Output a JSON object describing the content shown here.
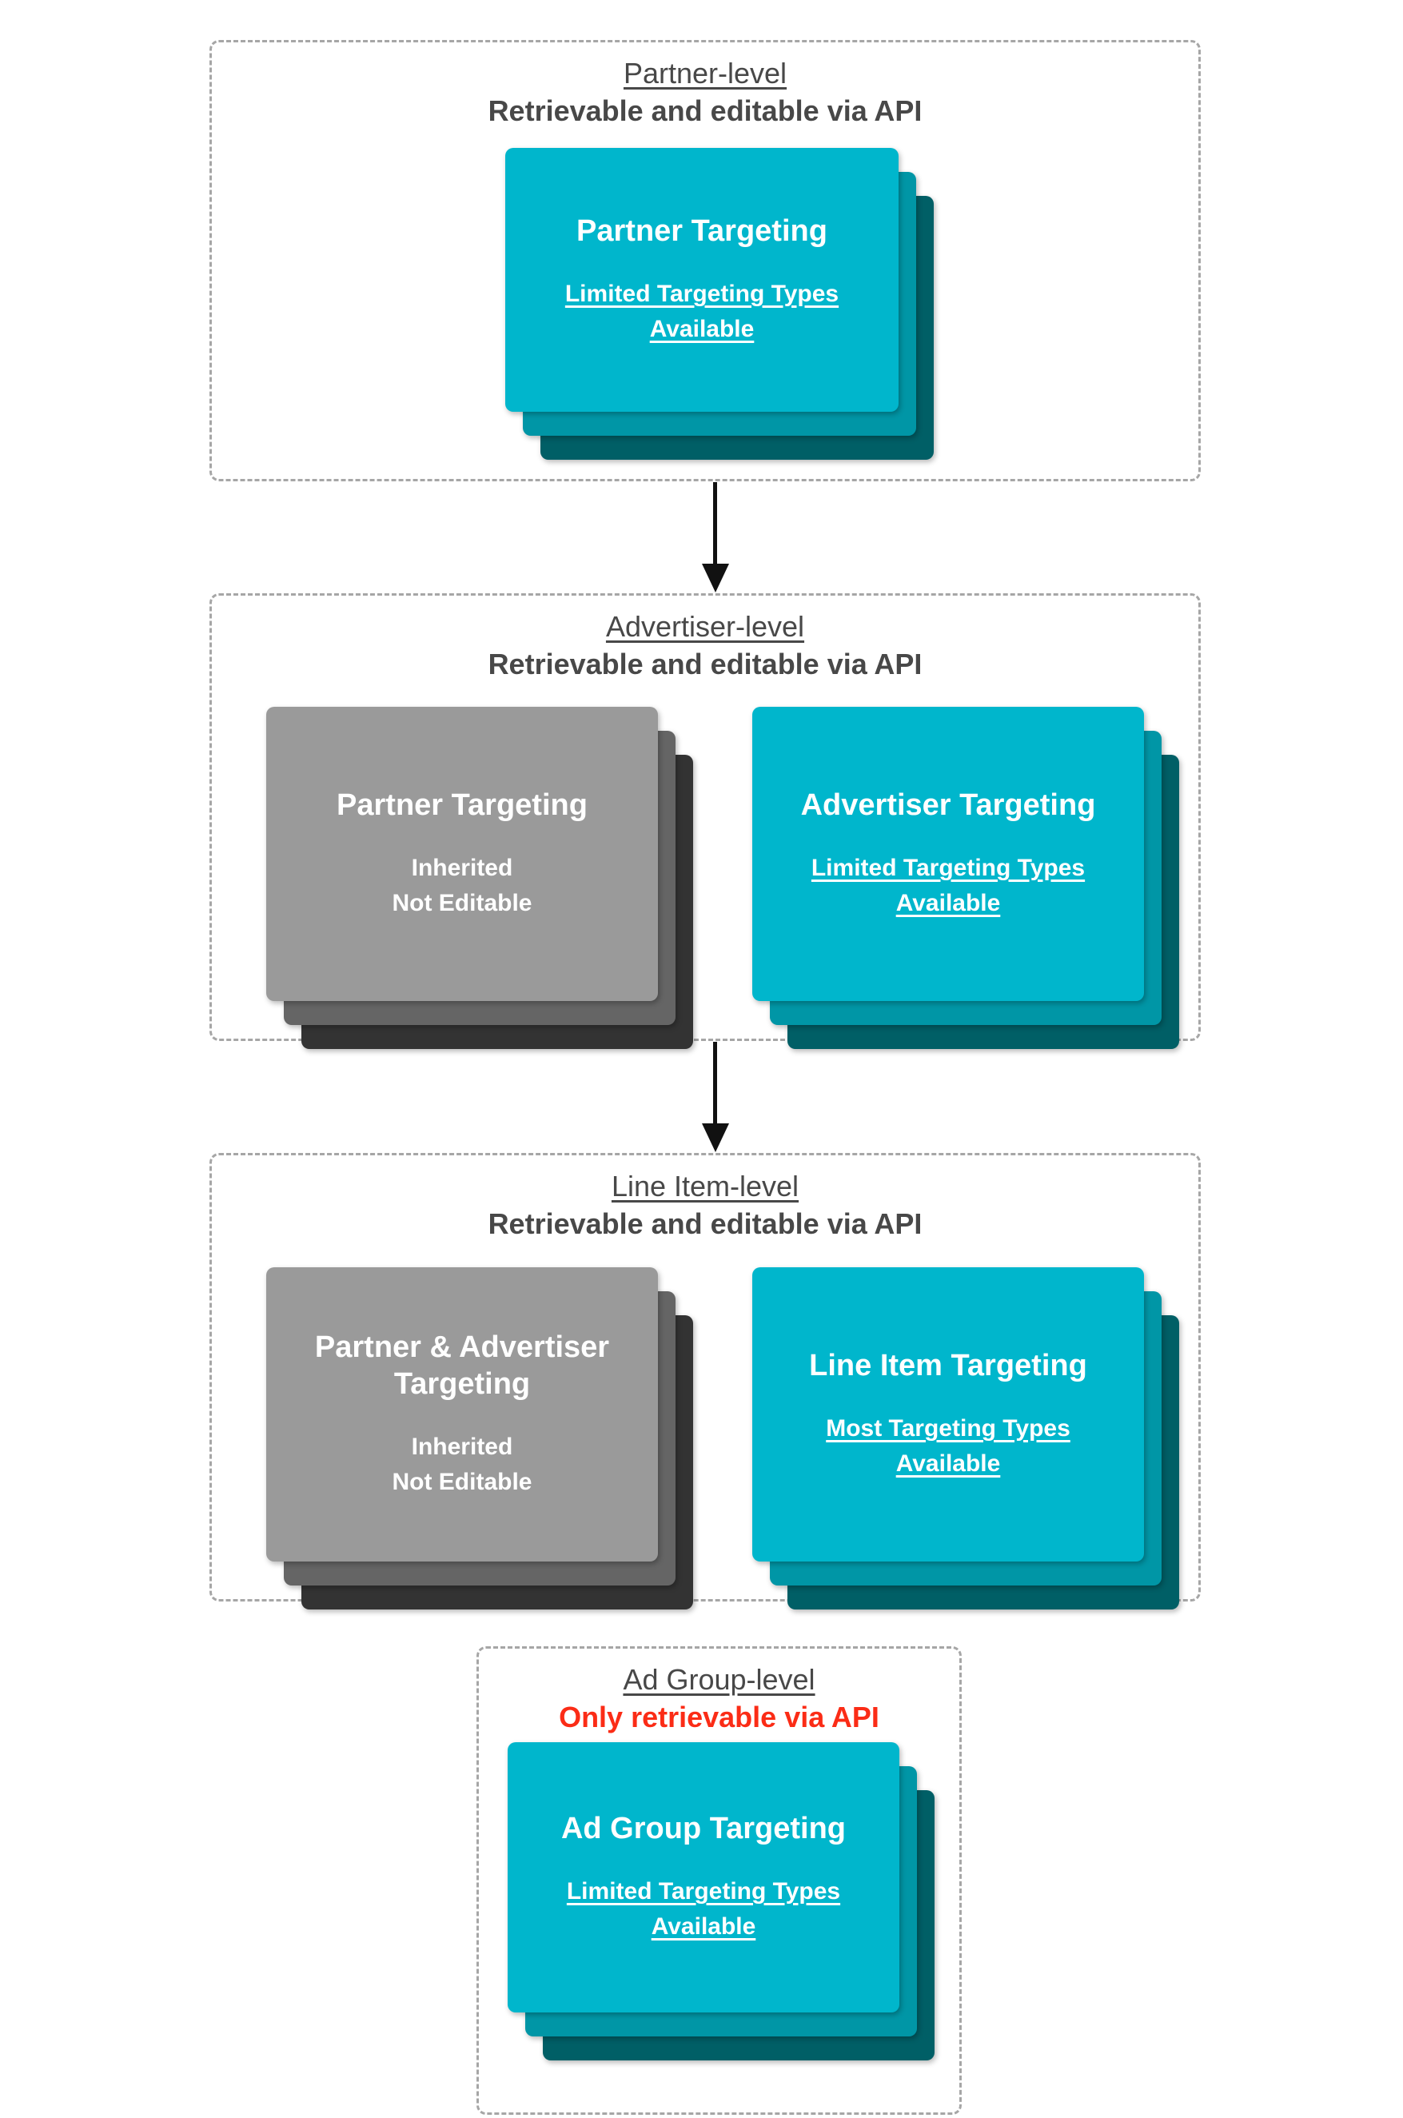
{
  "colors": {
    "teal_front": "#00b6cc",
    "teal_mid": "#0096a6",
    "teal_back": "#005f66",
    "gray_front": "#9a9a9a",
    "gray_mid": "#656565",
    "gray_back": "#333333",
    "heading": "#484848",
    "red": "#fb2c16",
    "border": "#a6a6a6",
    "arrow": "#111111"
  },
  "sections": [
    {
      "title": "Partner-level",
      "subtitle": "Retrievable and editable via API",
      "cards": [
        {
          "variant": "teal",
          "title": "Partner Targeting",
          "subtitle": "Limited Targeting Types Available"
        }
      ]
    },
    {
      "title": "Advertiser-level",
      "subtitle": "Retrievable and editable via API",
      "cards": [
        {
          "variant": "gray",
          "title": "Partner Targeting",
          "subtitle_lines": [
            "Inherited",
            "Not Editable"
          ]
        },
        {
          "variant": "teal",
          "title": "Advertiser Targeting",
          "subtitle": "Limited Targeting Types Available"
        }
      ]
    },
    {
      "title": "Line Item-level",
      "subtitle": "Retrievable and editable via API",
      "cards": [
        {
          "variant": "gray",
          "title": "Partner & Advertiser Targeting",
          "subtitle_lines": [
            "Inherited",
            "Not Editable"
          ]
        },
        {
          "variant": "teal",
          "title": "Line Item Targeting",
          "subtitle": "Most Targeting Types Available"
        }
      ]
    },
    {
      "title": "Ad Group-level",
      "subtitle": "Only retrievable via API",
      "cards": [
        {
          "variant": "teal",
          "title": "Ad Group Targeting",
          "subtitle": "Limited Targeting Types Available"
        }
      ]
    }
  ]
}
